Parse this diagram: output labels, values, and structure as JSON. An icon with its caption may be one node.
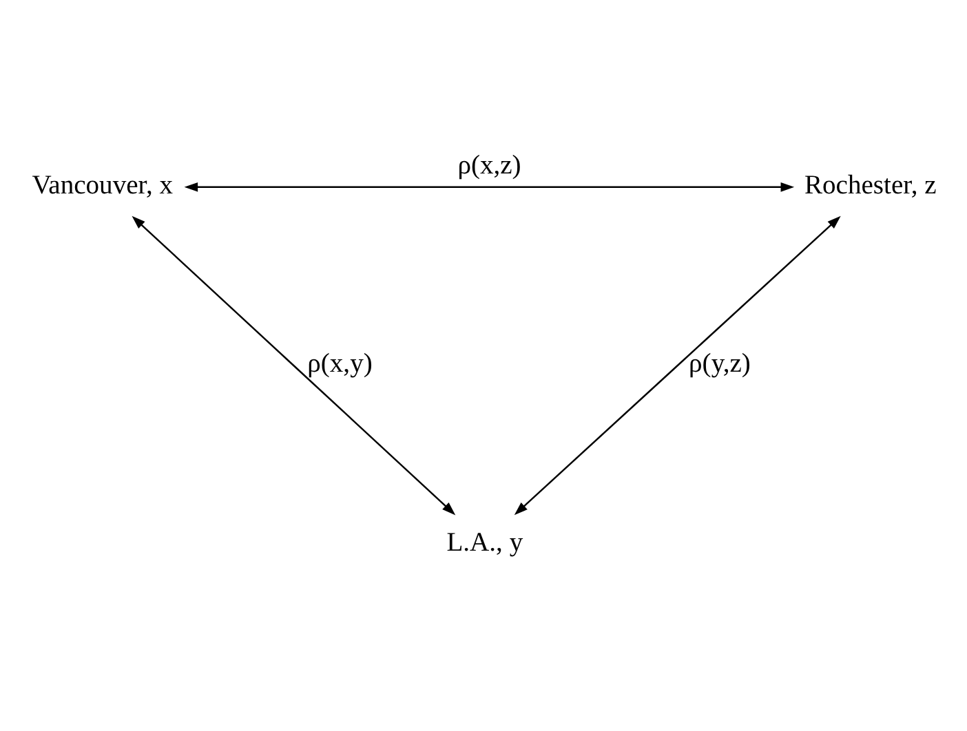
{
  "diagram": {
    "nodes": [
      {
        "text": [
          "Vancouver, x"
        ]
      },
      {
        "text": [
          "Rochester, z"
        ]
      },
      {
        "text": [
          "L.A., y"
        ]
      }
    ],
    "edges": [
      {
        "from": 0,
        "to": 1,
        "arrow": "both",
        "label": "ρ(x,z)"
      },
      {
        "from": 0,
        "to": 2,
        "arrow": "both",
        "label": "ρ(x,y)"
      },
      {
        "from": 2,
        "to": 1,
        "arrow": "both",
        "label": "ρ(y,z)"
      }
    ]
  }
}
